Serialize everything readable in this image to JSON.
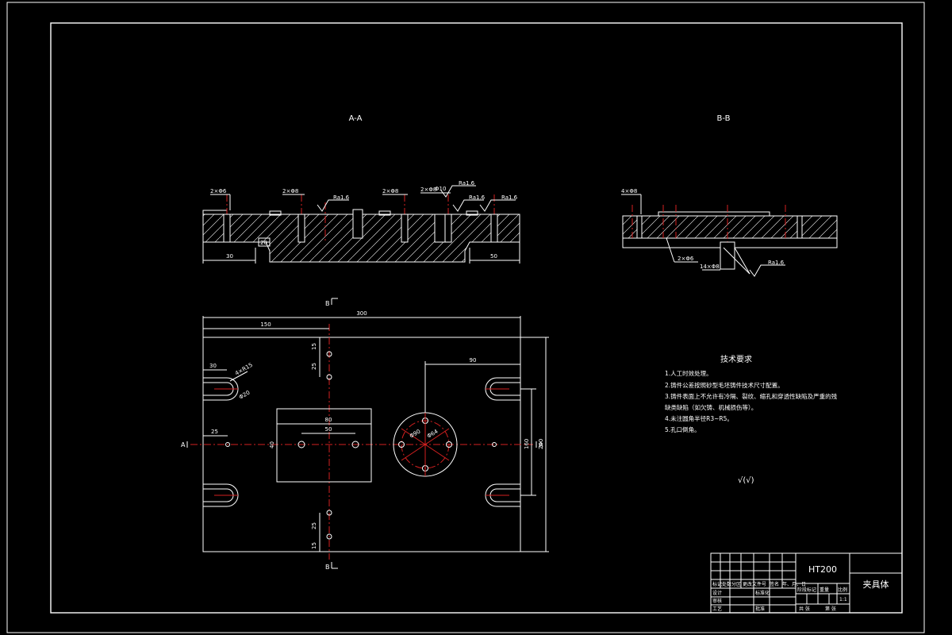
{
  "views": {
    "section_aa": "A-A",
    "section_bb": "B-B",
    "marker_a": "A",
    "marker_b": "B"
  },
  "section_aa_labels": {
    "d1": "2×Φ6",
    "d2": "2×Φ8",
    "d3": "2×Φ8",
    "d4": "2×Φ8",
    "d5": "Φ10",
    "r1": "Ra1.6",
    "r2": "Ra1.6",
    "r3": "Ra1.6",
    "r4": "Ra1.6",
    "bottom_left": "30",
    "bottom_mid": "20",
    "bottom_right": "50"
  },
  "section_bb_labels": {
    "d1": "4×Φ8",
    "r1": "Ra1.6",
    "n1": "2×Φ6",
    "n2": "14×Φ8"
  },
  "plan_dims": {
    "overall": "300",
    "left": "150",
    "slot_left": "30",
    "slot_r": "4×R15",
    "slot_d": "Φ20",
    "right_x": "90",
    "rect_w": "80",
    "rect_inner": "50",
    "hole_x": "25",
    "circle_d": "Φ90",
    "circle_pcd": "Φ64",
    "v_top1": "15",
    "v_top2": "25",
    "v_bot1": "25",
    "v_bot2": "15",
    "height_inner": "160",
    "height_total": "200",
    "rect_h": "40"
  },
  "tech_req": {
    "title": "技术要求",
    "items": [
      "1.人工时效处理。",
      "2.铸件公差按照砂型毛坯铸件技术尺寸配置。",
      "3.铸件表面上不允许有冷隔、裂纹、缩孔和穿透性缺陷及严重的残",
      "缺类缺陷（如欠铸、机械损伤等）。",
      "4.未注圆角半径R3~R5。",
      "5.孔口倒角。"
    ],
    "roughness_symbol": "√(√)"
  },
  "title_block": {
    "material": "HT200",
    "part_name": "夹具体",
    "scale": "1:1",
    "cells": [
      "标记",
      "处数",
      "分区",
      "更改文件号",
      "签名",
      "年、月、日",
      "设计",
      "标准化",
      "审核",
      "工艺",
      "批准",
      "阶段标记",
      "重量",
      "比例",
      "共 张",
      "第 张"
    ]
  }
}
